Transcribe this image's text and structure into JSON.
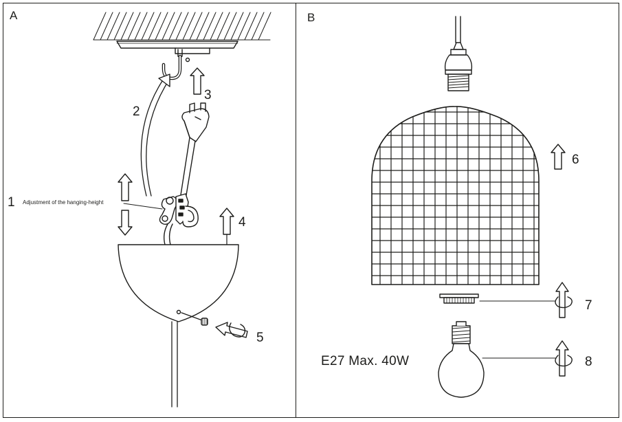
{
  "panel_a": {
    "letter": "A",
    "steps": [
      "1",
      "2",
      "3",
      "4",
      "5"
    ],
    "adjustment_note": "Adjustment of the hanging-height"
  },
  "panel_b": {
    "letter": "B",
    "steps": [
      "6",
      "7",
      "8"
    ],
    "bulb_spec": "E27 Max. 40W"
  }
}
